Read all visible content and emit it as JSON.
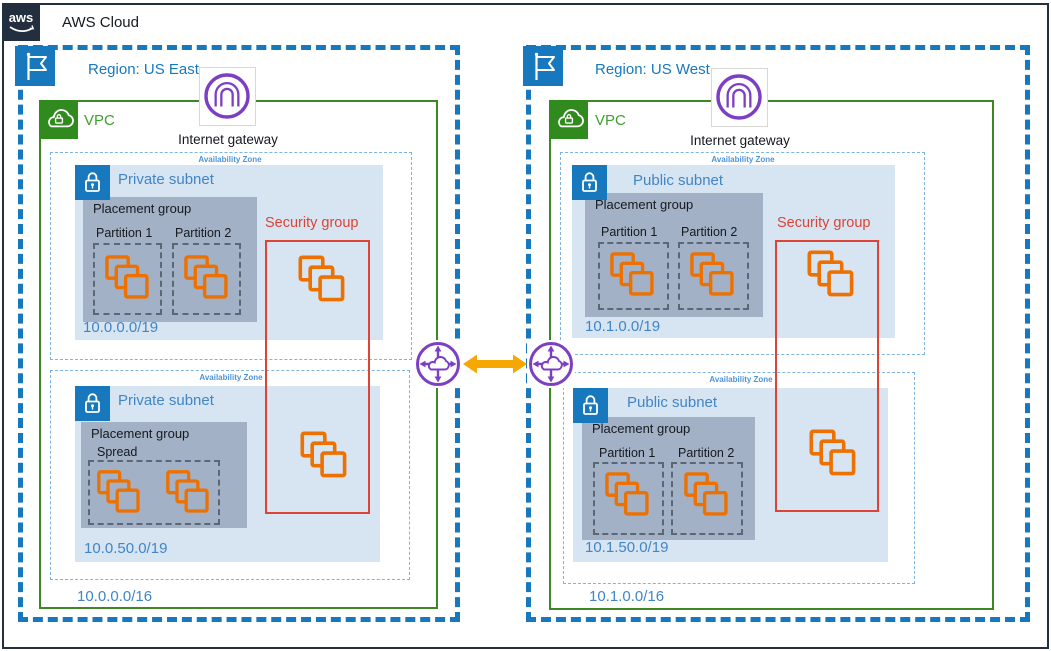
{
  "header": {
    "logo_text": "aws",
    "title": "AWS Cloud"
  },
  "regions": [
    {
      "label": "Region: US East",
      "vpc_label": "VPC",
      "vpc_cidr": "10.0.0.0/16",
      "internet_gateway": "Internet gateway",
      "security_group": "Security group",
      "azs": [
        {
          "zone_label": "Availability Zone",
          "subnet_label": "Private subnet",
          "subnet_cidr": "10.0.0.0/19",
          "placement_group_label": "Placement group",
          "partition_labels": [
            "Partition 1",
            "Partition 2"
          ]
        },
        {
          "zone_label": "Availability Zone",
          "subnet_label": "Private subnet",
          "subnet_cidr": "10.0.50.0/19",
          "placement_group_label": "Placement group",
          "spread_label": "Spread"
        }
      ]
    },
    {
      "label": "Region: US West",
      "vpc_label": "VPC",
      "vpc_cidr": "10.1.0.0/16",
      "internet_gateway": "Internet gateway",
      "security_group": "Security group",
      "azs": [
        {
          "zone_label": "Availability Zone",
          "subnet_label": "Public subnet",
          "subnet_cidr": "10.1.0.0/19",
          "placement_group_label": "Placement group",
          "partition_labels": [
            "Partition 1",
            "Partition 2"
          ]
        },
        {
          "zone_label": "Availability Zone",
          "subnet_label": "Public subnet",
          "subnet_cidr": "10.1.50.0/19",
          "placement_group_label": "Placement group",
          "partition_labels": [
            "Partition 1",
            "Partition 2"
          ]
        }
      ]
    }
  ],
  "icons": {
    "aws_logo": "aws-smile-logo",
    "region": "flag-icon",
    "vpc": "cloud-lock-icon",
    "subnet": "padlock-icon",
    "internet_gateway": "arch-circle-icon",
    "transit_gateway": "cloud-cross-arrows-circle-icon",
    "instances": "stacked-squares-icon",
    "peering_link": "double-headed-arrow-icon"
  },
  "colors": {
    "region_border": "#1778BE",
    "vpc_border": "#3F8624",
    "subnet_fill": "#D7E4F2",
    "az_border": "#7FB3E0",
    "placement_group_fill": "#A3B1C6",
    "partition_border": "#5B6775",
    "instance_orange": "#ED7100",
    "security_group_red": "#DC4436",
    "gateway_purple": "#7C3FC4",
    "arrow_amber": "#F6A800",
    "frame_dark": "#232F3E"
  }
}
